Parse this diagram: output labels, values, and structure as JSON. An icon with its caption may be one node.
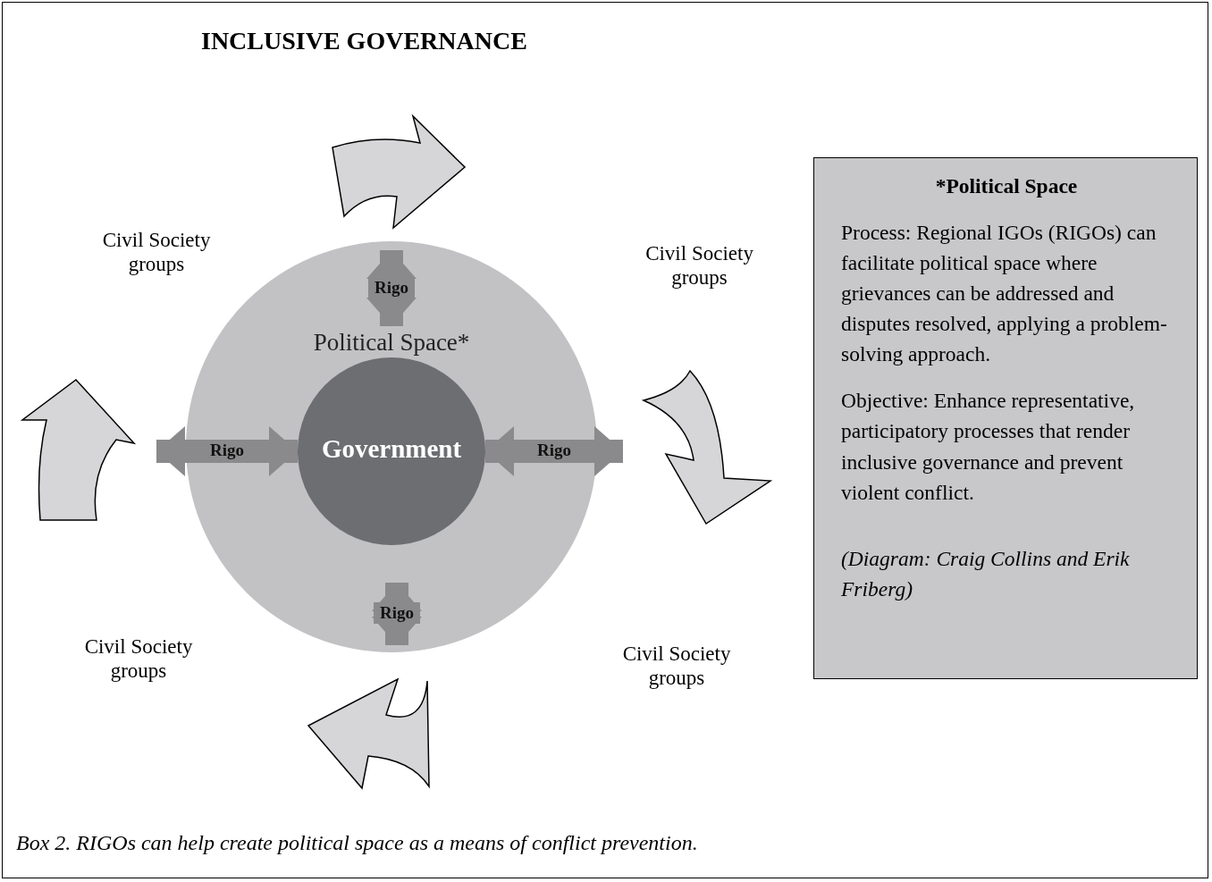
{
  "diagram": {
    "title": "INCLUSIVE GOVERNANCE",
    "caption": "Box 2. RIGOs can help create political space as a means of conflict prevention.",
    "nodes": [
      {
        "text": [
          "Political Space*"
        ]
      },
      {
        "text": [
          "Government"
        ],
        "in": 0
      },
      {
        "text": [
          "Civil Society groups"
        ]
      },
      {
        "text": [
          "Civil Society groups"
        ]
      },
      {
        "text": [
          "Civil Society groups"
        ]
      },
      {
        "text": [
          "Civil Society groups"
        ]
      },
      {
        "text": [
          "*Political Space",
          "Process: Regional IGOs (RIGOs) can facilitate political space where grievances can be addressed and disputes resolved, applying a problem-solving approach.",
          "Objective: Enhance representative, participatory processes that render inclusive governance and prevent violent conflict.",
          "(Diagram: Craig Collins and Erik Friberg)"
        ]
      }
    ],
    "edges": [
      {
        "from": 0,
        "to": 1,
        "arrow": "both",
        "label": "Rigo"
      },
      {
        "from": null,
        "to": 1,
        "arrow": "both",
        "label": "Rigo"
      },
      {
        "from": null,
        "to": 1,
        "arrow": "both",
        "label": "Rigo"
      },
      {
        "from": 0,
        "to": 1,
        "arrow": "both",
        "label": "Rigo"
      }
    ]
  }
}
